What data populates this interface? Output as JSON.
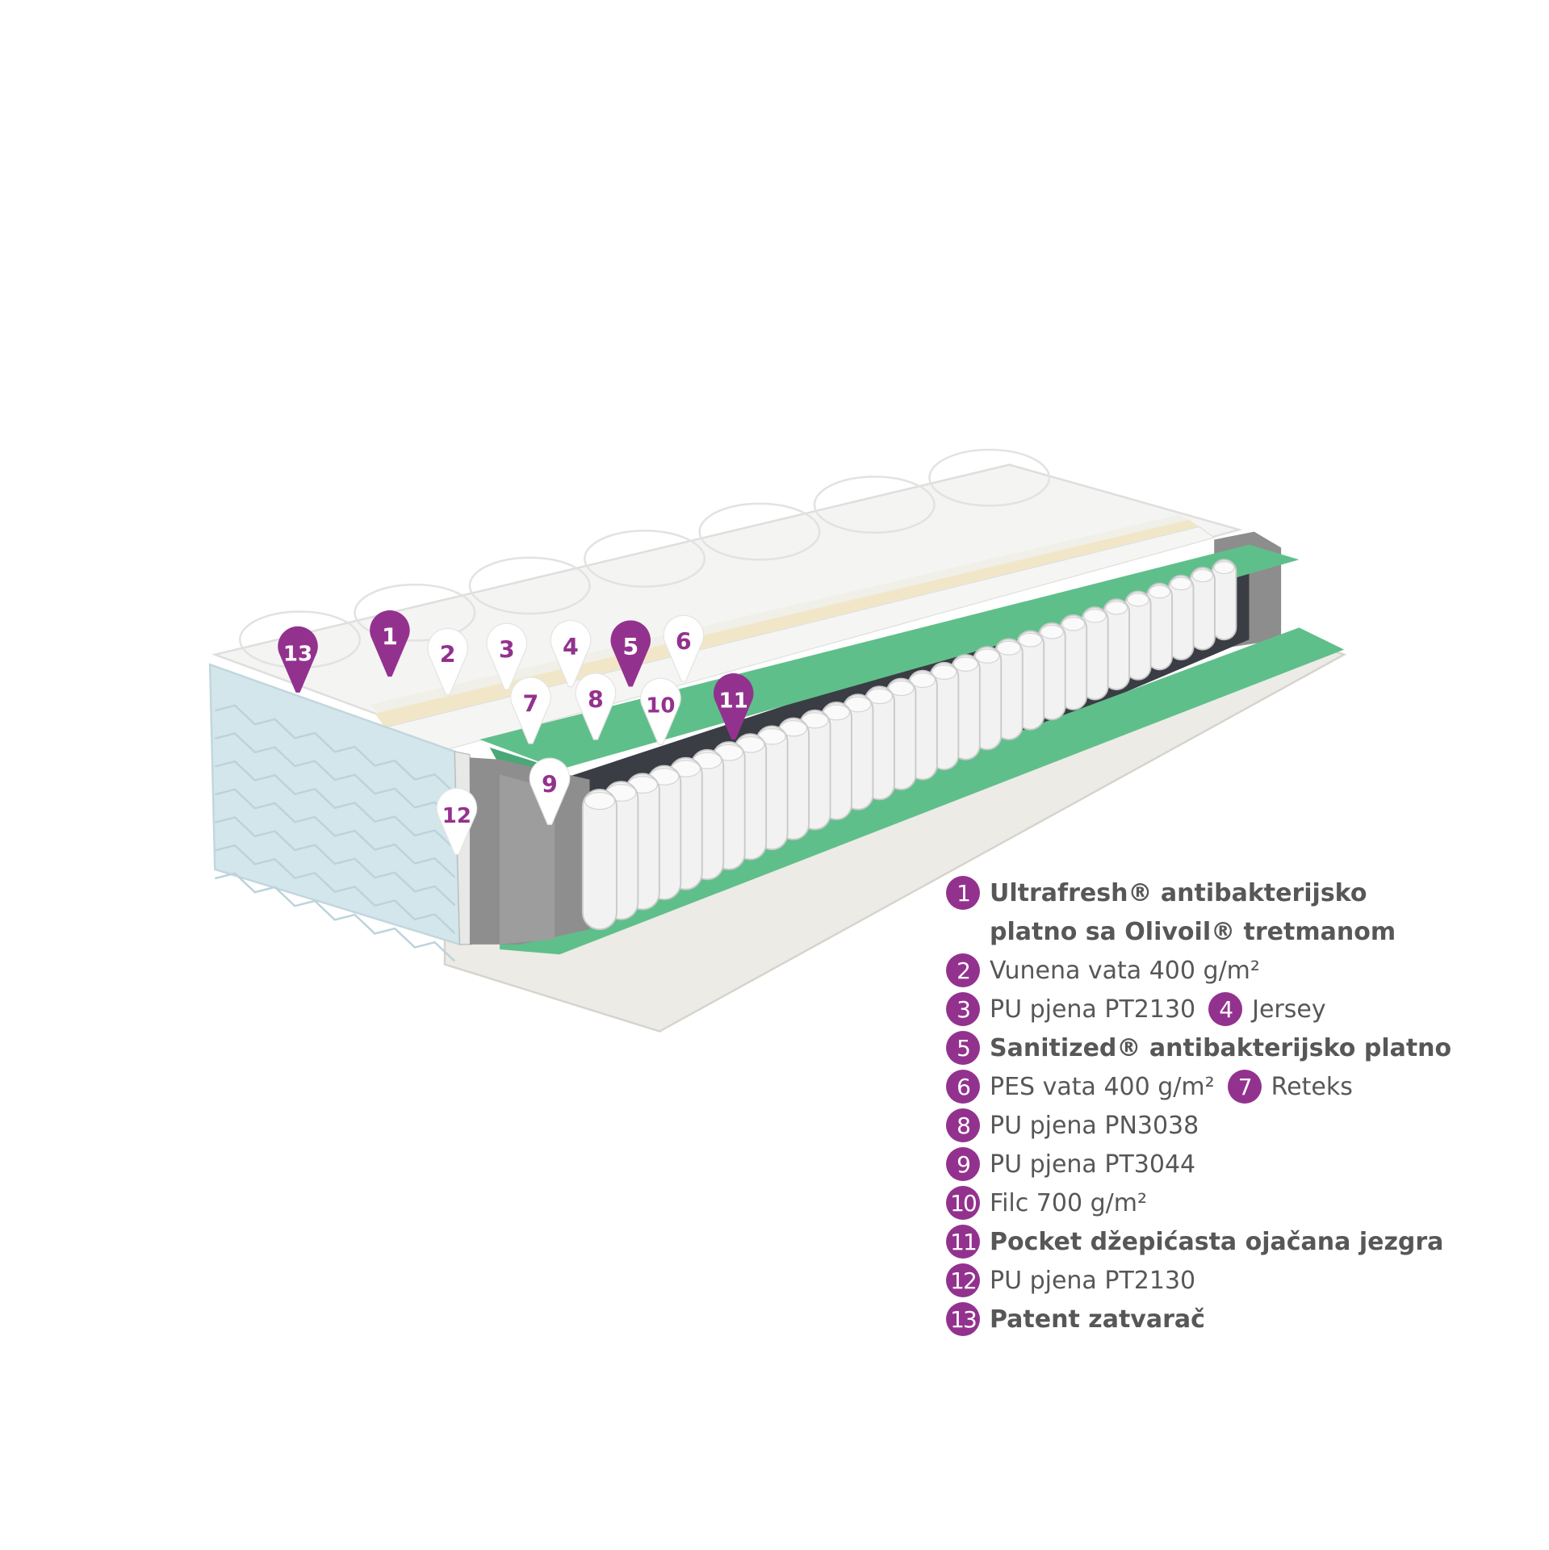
{
  "colors": {
    "accent": "#93328e",
    "text": "#575757",
    "foam_green": "#5fbf8a",
    "end_gray": "#8f8f8f",
    "side_blue": "#cfe3ea"
  },
  "markers": [
    "13",
    "1",
    "2",
    "3",
    "4",
    "5",
    "6",
    "7",
    "8",
    "10",
    "11",
    "9",
    "12"
  ],
  "legend": [
    {
      "n": "1",
      "line1": "Ultrafresh® antibakterijsko",
      "line2": "platno sa Olivoil® tretmanom",
      "bold": true
    },
    {
      "n": "2",
      "text": "Vunena vata 400 g/m²"
    },
    {
      "n": "3",
      "text": "PU pjena PT2130",
      "n2": "4",
      "text2": "Jersey"
    },
    {
      "n": "5",
      "text": "Sanitized® antibakterijsko platno",
      "bold": true
    },
    {
      "n": "6",
      "text": "PES vata 400 g/m²",
      "n2": "7",
      "text2": "Reteks"
    },
    {
      "n": "8",
      "text": "PU pjena PN3038"
    },
    {
      "n": "9",
      "text": "PU pjena PT3044"
    },
    {
      "n": "10",
      "text": "Filc 700 g/m²"
    },
    {
      "n": "11",
      "text": "Pocket džepićasta ojačana jezgra",
      "bold": true
    },
    {
      "n": "12",
      "text": "PU pjena PT2130"
    },
    {
      "n": "13",
      "text": "Patent zatvarač",
      "bold": true
    }
  ]
}
